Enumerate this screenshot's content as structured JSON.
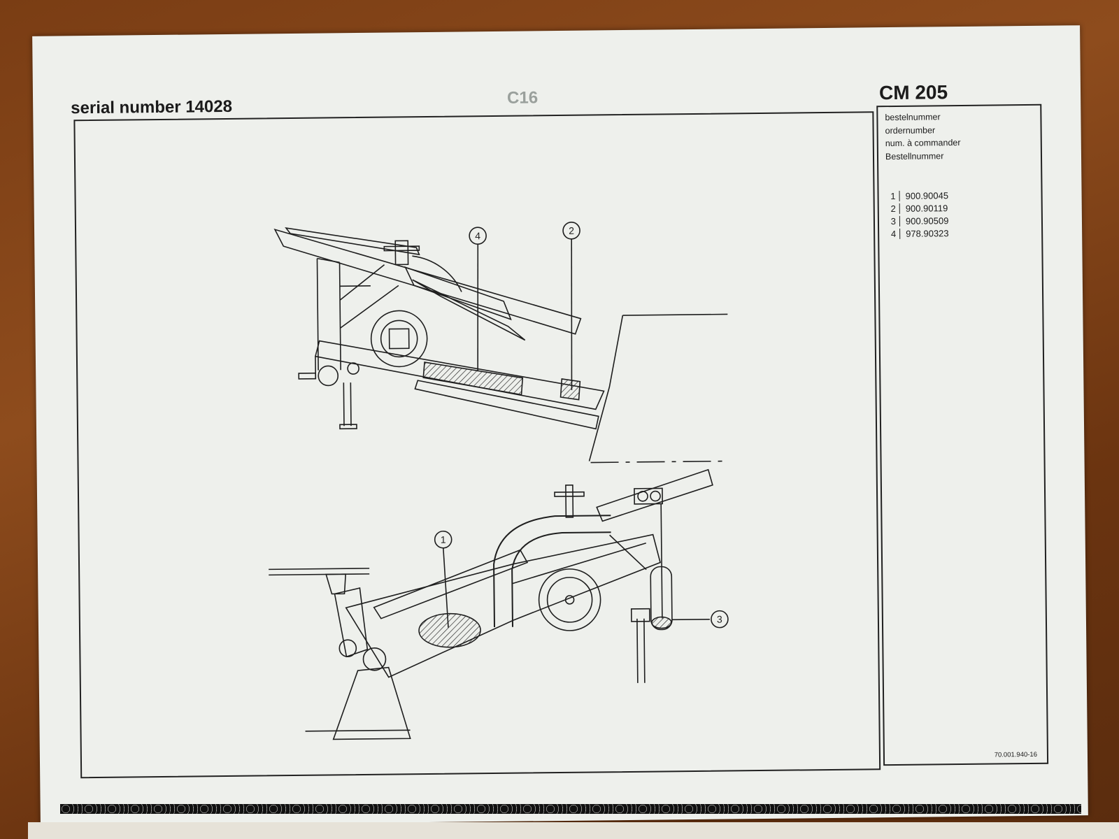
{
  "header": {
    "serial": "serial number 14028",
    "page": "C16",
    "model": "CM 205"
  },
  "side_panel": {
    "labels": [
      "bestelnummer",
      "ordernumber",
      "num. à commander",
      "Bestellnummer"
    ],
    "parts": [
      {
        "index": "1",
        "number": "900.90045"
      },
      {
        "index": "2",
        "number": "900.90119"
      },
      {
        "index": "3",
        "number": "900.90509"
      },
      {
        "index": "4",
        "number": "978.90323"
      }
    ],
    "drawing_code": "70.001.940-16"
  },
  "callouts": [
    "1",
    "2",
    "3",
    "4"
  ]
}
